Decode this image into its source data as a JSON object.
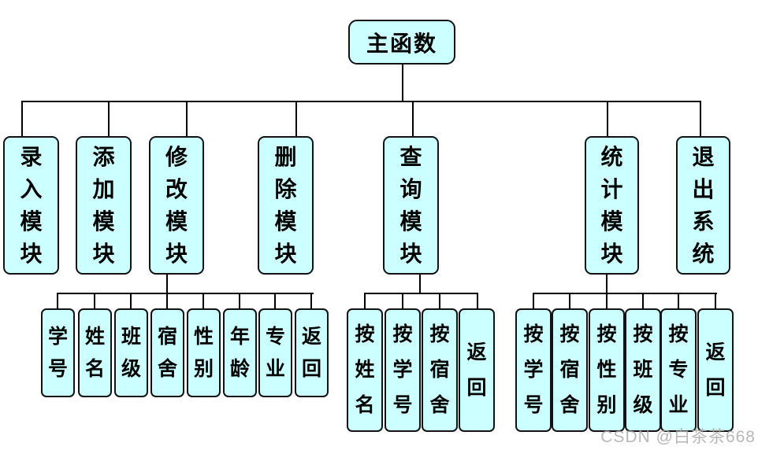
{
  "diagram": {
    "title_node": {
      "label": "主函数"
    },
    "modules": [
      {
        "label": "录入模块",
        "children": []
      },
      {
        "label": "添加模块",
        "children": []
      },
      {
        "label": "修改模块",
        "children": [
          "学号",
          "姓名",
          "班级",
          "宿舍",
          "性别",
          "年龄",
          "专业",
          "返回"
        ]
      },
      {
        "label": "删除模块",
        "children": []
      },
      {
        "label": "查询模块",
        "children": [
          "按姓名",
          "按学号",
          "按宿舍",
          "返回"
        ]
      },
      {
        "label": "统计模块",
        "children": [
          "按学号",
          "按宿舍",
          "按性别",
          "按班级",
          "按专业",
          "返回"
        ]
      },
      {
        "label": "退出系统",
        "children": []
      }
    ],
    "colors": {
      "node_fill": "#ccffff",
      "node_border": "#121212",
      "connector": "#000000",
      "watermark_text": "#aaaaaa"
    },
    "watermark": "CSDN @白茶茶668"
  }
}
